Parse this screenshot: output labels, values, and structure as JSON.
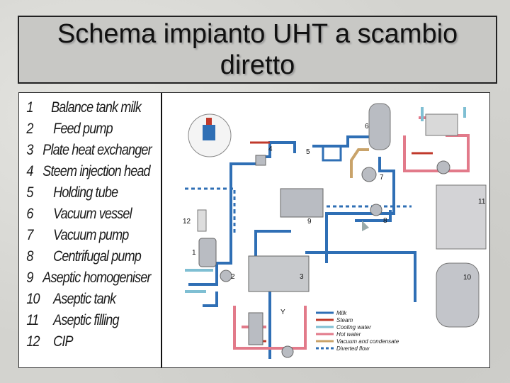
{
  "title": {
    "line1": "Schema impianto UHT a scambio",
    "line2": "diretto"
  },
  "legend": [
    {
      "num": "1",
      "label": "Balance tank milk"
    },
    {
      "num": "2",
      "label": "Feed pump"
    },
    {
      "num": "3",
      "label": "Plate heat exchanger"
    },
    {
      "num": "4",
      "label": "Steem injection head"
    },
    {
      "num": "5",
      "label": "Holding tube"
    },
    {
      "num": "6",
      "label": "Vacuum vessel"
    },
    {
      "num": "7",
      "label": "Vacuum pump"
    },
    {
      "num": "8",
      "label": "Centrifugal pump"
    },
    {
      "num": "9",
      "label": "Aseptic homogeniser"
    },
    {
      "num": "10",
      "label": "Aseptic tank"
    },
    {
      "num": "11",
      "label": "Aseptic filling"
    },
    {
      "num": "12",
      "label": "CIP"
    }
  ],
  "component_numbers": [
    "1",
    "2",
    "3",
    "4",
    "5",
    "6",
    "7",
    "8",
    "9",
    "10",
    "11",
    "12"
  ],
  "flow_letter": "Y",
  "flow_key": [
    {
      "label": "Milk",
      "color": "#2f6fb5",
      "style": "solid"
    },
    {
      "label": "Steam",
      "color": "#c0392b",
      "style": "solid"
    },
    {
      "label": "Cooling water",
      "color": "#7fbfd3",
      "style": "solid"
    },
    {
      "label": "Hot water",
      "color": "#e27a8a",
      "style": "solid"
    },
    {
      "label": "Vacuum and condensate",
      "color": "#c9a36a",
      "style": "solid"
    },
    {
      "label": "Diverted flow",
      "color": "#2f6fb5",
      "style": "dashed"
    }
  ],
  "colors": {
    "milk": "#2f6fb5",
    "steam": "#c0392b",
    "cooling": "#7fbfd3",
    "hot_water": "#e27a8a",
    "vacuum": "#c9a36a",
    "equipment": "#b9bcc2"
  }
}
